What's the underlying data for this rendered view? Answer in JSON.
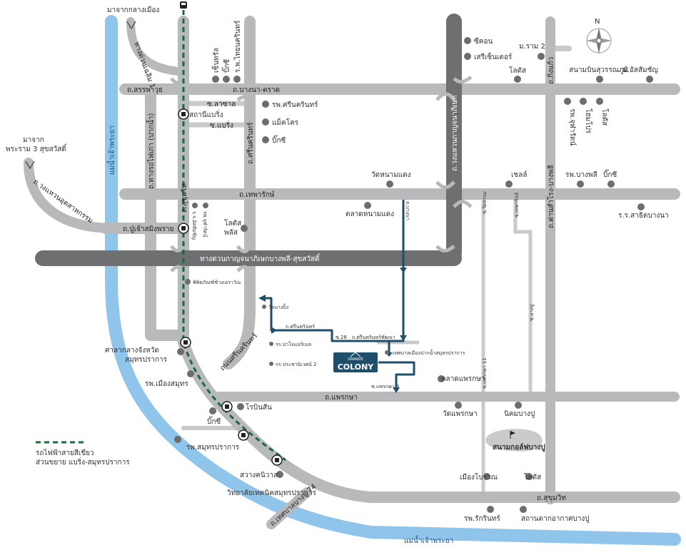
{
  "colors": {
    "river": "#8fc5ea",
    "main_road": "#b8b9ba",
    "expressway": "#6e6f71",
    "thin_road": "#c9caca",
    "route": "#1f4e6b",
    "rail": "#1b6b3a",
    "poi": "#6d6d6d",
    "brand": "#1f4e6b"
  },
  "header": {
    "from_center": "มาจากกลางเมือง",
    "from_rama3_line1": "มาจาก",
    "from_rama3_line2": "พระราม 3 สุขสวัสดิ์"
  },
  "compass": {
    "north": "N",
    "icon": "compass-rose-icon"
  },
  "roads": {
    "expressway_1": "ทางด่วนเฉลิม 1",
    "sanphawut": "ถ.สรรพาวุธ",
    "bangna_trat": "ถ.บางนา-ตราด",
    "lasalle": "ซ.ลาซาล",
    "baering": "ซ.แบริ่ง",
    "srinakarin": "ถ.ศรีนครินทร์",
    "theparak": "ถ.เทพารักษ์",
    "kanchanaphisek": "ถ.วงแหวนกาญจนาภิเษก",
    "taiban": "ถ.ทางรถไฟเก่า (ปากน้ำ)",
    "sukhumvit_v": "ถ.สุขุมวิท",
    "puchao": "ถ.ปู่เจ้าสมิงพราย",
    "outer_ring": "ถ.วงแหวนอุตสาหกรรม",
    "srinakarin_lower": "ถนนศรีนครินทร์",
    "kingkaew": "ถ.กิ่งแก้ว",
    "kingkaew_bangplee": "ถ.ด่านสำโรง-บางพลี",
    "expressway_south": "ทางด่วนกาญจนาภิเษกบางพลี-สุขสวัสดิ์",
    "phraeksa": "ถ.แพรกษา",
    "sukhumvit_h": "ถ.สุขุมวิท",
    "thetsaban_74": "ถ.เทศบาลบางปู 74",
    "soi_28": "ซ.28",
    "soi_sukhumvit_phraeksa": "ถ.ศรีนครินทร์",
    "soi_phatthana": "ถ.ศรีนครินทร์พัฒนา",
    "soi_phraeksa_3": "ซ.แพรกษา 3",
    "soi_bangna": "ถ.บางนา",
    "soi_11": "ซ.แพรกษา 11",
    "soi_wat_thamma": "ซ.วัดธรรม",
    "soi_bangpu": "ซ.บางปู",
    "soi_theparak": "ซ.เทพารักษ์"
  },
  "rivers": {
    "chaophraya_v": "แม่น้ำเจ้าพระยา",
    "chaophraya_h": "แม่น้ำเจ้าพระยา"
  },
  "rail": {
    "legend_line1": "รถไฟฟ้าสายสีเขียว",
    "legend_line2": "ส่วนขยาย แบริ่ง-สมุทรปราการ",
    "station_label": "สถานีแบริ่ง",
    "icon": "train-icon"
  },
  "pois": {
    "central": "เซ็นทรัล",
    "bigc_1": "บิ๊กซี",
    "hosp_thai_nakarin": "ร.พ.ไทยนครินทร์",
    "seacon": "ซีคอน",
    "seri_center": "เสรีเซ็นเตอร์",
    "ramkhamhaeng": "ม.ราม 2",
    "lotus_1": "โลตัส",
    "suvarnabhumi": "สนามบินสุวรรณภูมิ",
    "assumption": "ม.อัสสัมชัญ",
    "hosp_srinakarin": "รพ.ศรีนครินทร์",
    "makro": "แม็คโคร",
    "bigc_2": "บิ๊กซี",
    "hosp_chularat": "รพ.จุฬารัตน์",
    "home_pro": "โฮมโปร",
    "lotus_2": "โลตัส",
    "wat_nam_daeng": "วัดหนามแดง",
    "shell": "เชลล์",
    "hosp_bangplee": "รพ.บางพลี",
    "bigc_3": "บิ๊กซี",
    "market_nam_daeng": "ตลาดหนามแดง",
    "school_bangna": "ร.ร.สาธิตบางนา",
    "school_sanoi": "ร.ร.อัสสัมชัญ",
    "hosp_chula_2": "รพ.จุฬารัตน์",
    "lotus_plus_1": "โลตัส",
    "lotus_plus_2": "พลัส",
    "museum": "พิพิธภัณฑ์ช้างเอราวัณ",
    "wat_bang_ping": "วัดบางปิ้ง",
    "school_mae": "รร.ปาโจแม่ริเบล",
    "school_pracha": "รร.ประชานิเวศน์ 2",
    "city_hall_1": "ศาลากลางจังหวัด",
    "city_hall_2": "สมุทรปราการ",
    "hosp_mueang": "รพ.เมืองสมุทร",
    "robinson": "โรบินสัน",
    "bigc_4": "บิ๊กซี",
    "hosp_samut": "รพ.สมุทรปราการ",
    "municipal": "เทศบาลเมืองปากน้ำสมุทรปราการ",
    "market_phraeksa": "ตลาดแพรกษา",
    "wat_phraeksa": "วัดแพรกษา",
    "nikhom": "นิคมบางปู",
    "golf": "สนามกอล์ฟบางปู",
    "savan_khaniwat": "สวางคนิวาส",
    "tech_college": "วิทยาลัยเทคนิคสมุทรปราการ",
    "ancient_city": "เมืองโบราณ",
    "lotus_3": "โลตัส",
    "hosp_rak": "รพ.รักรินทร์",
    "air_force": "สถานตากอากาศบางปู"
  },
  "project": {
    "brand_small": "GRANDE",
    "name": "COLONY",
    "icon": "house-logo-icon"
  }
}
